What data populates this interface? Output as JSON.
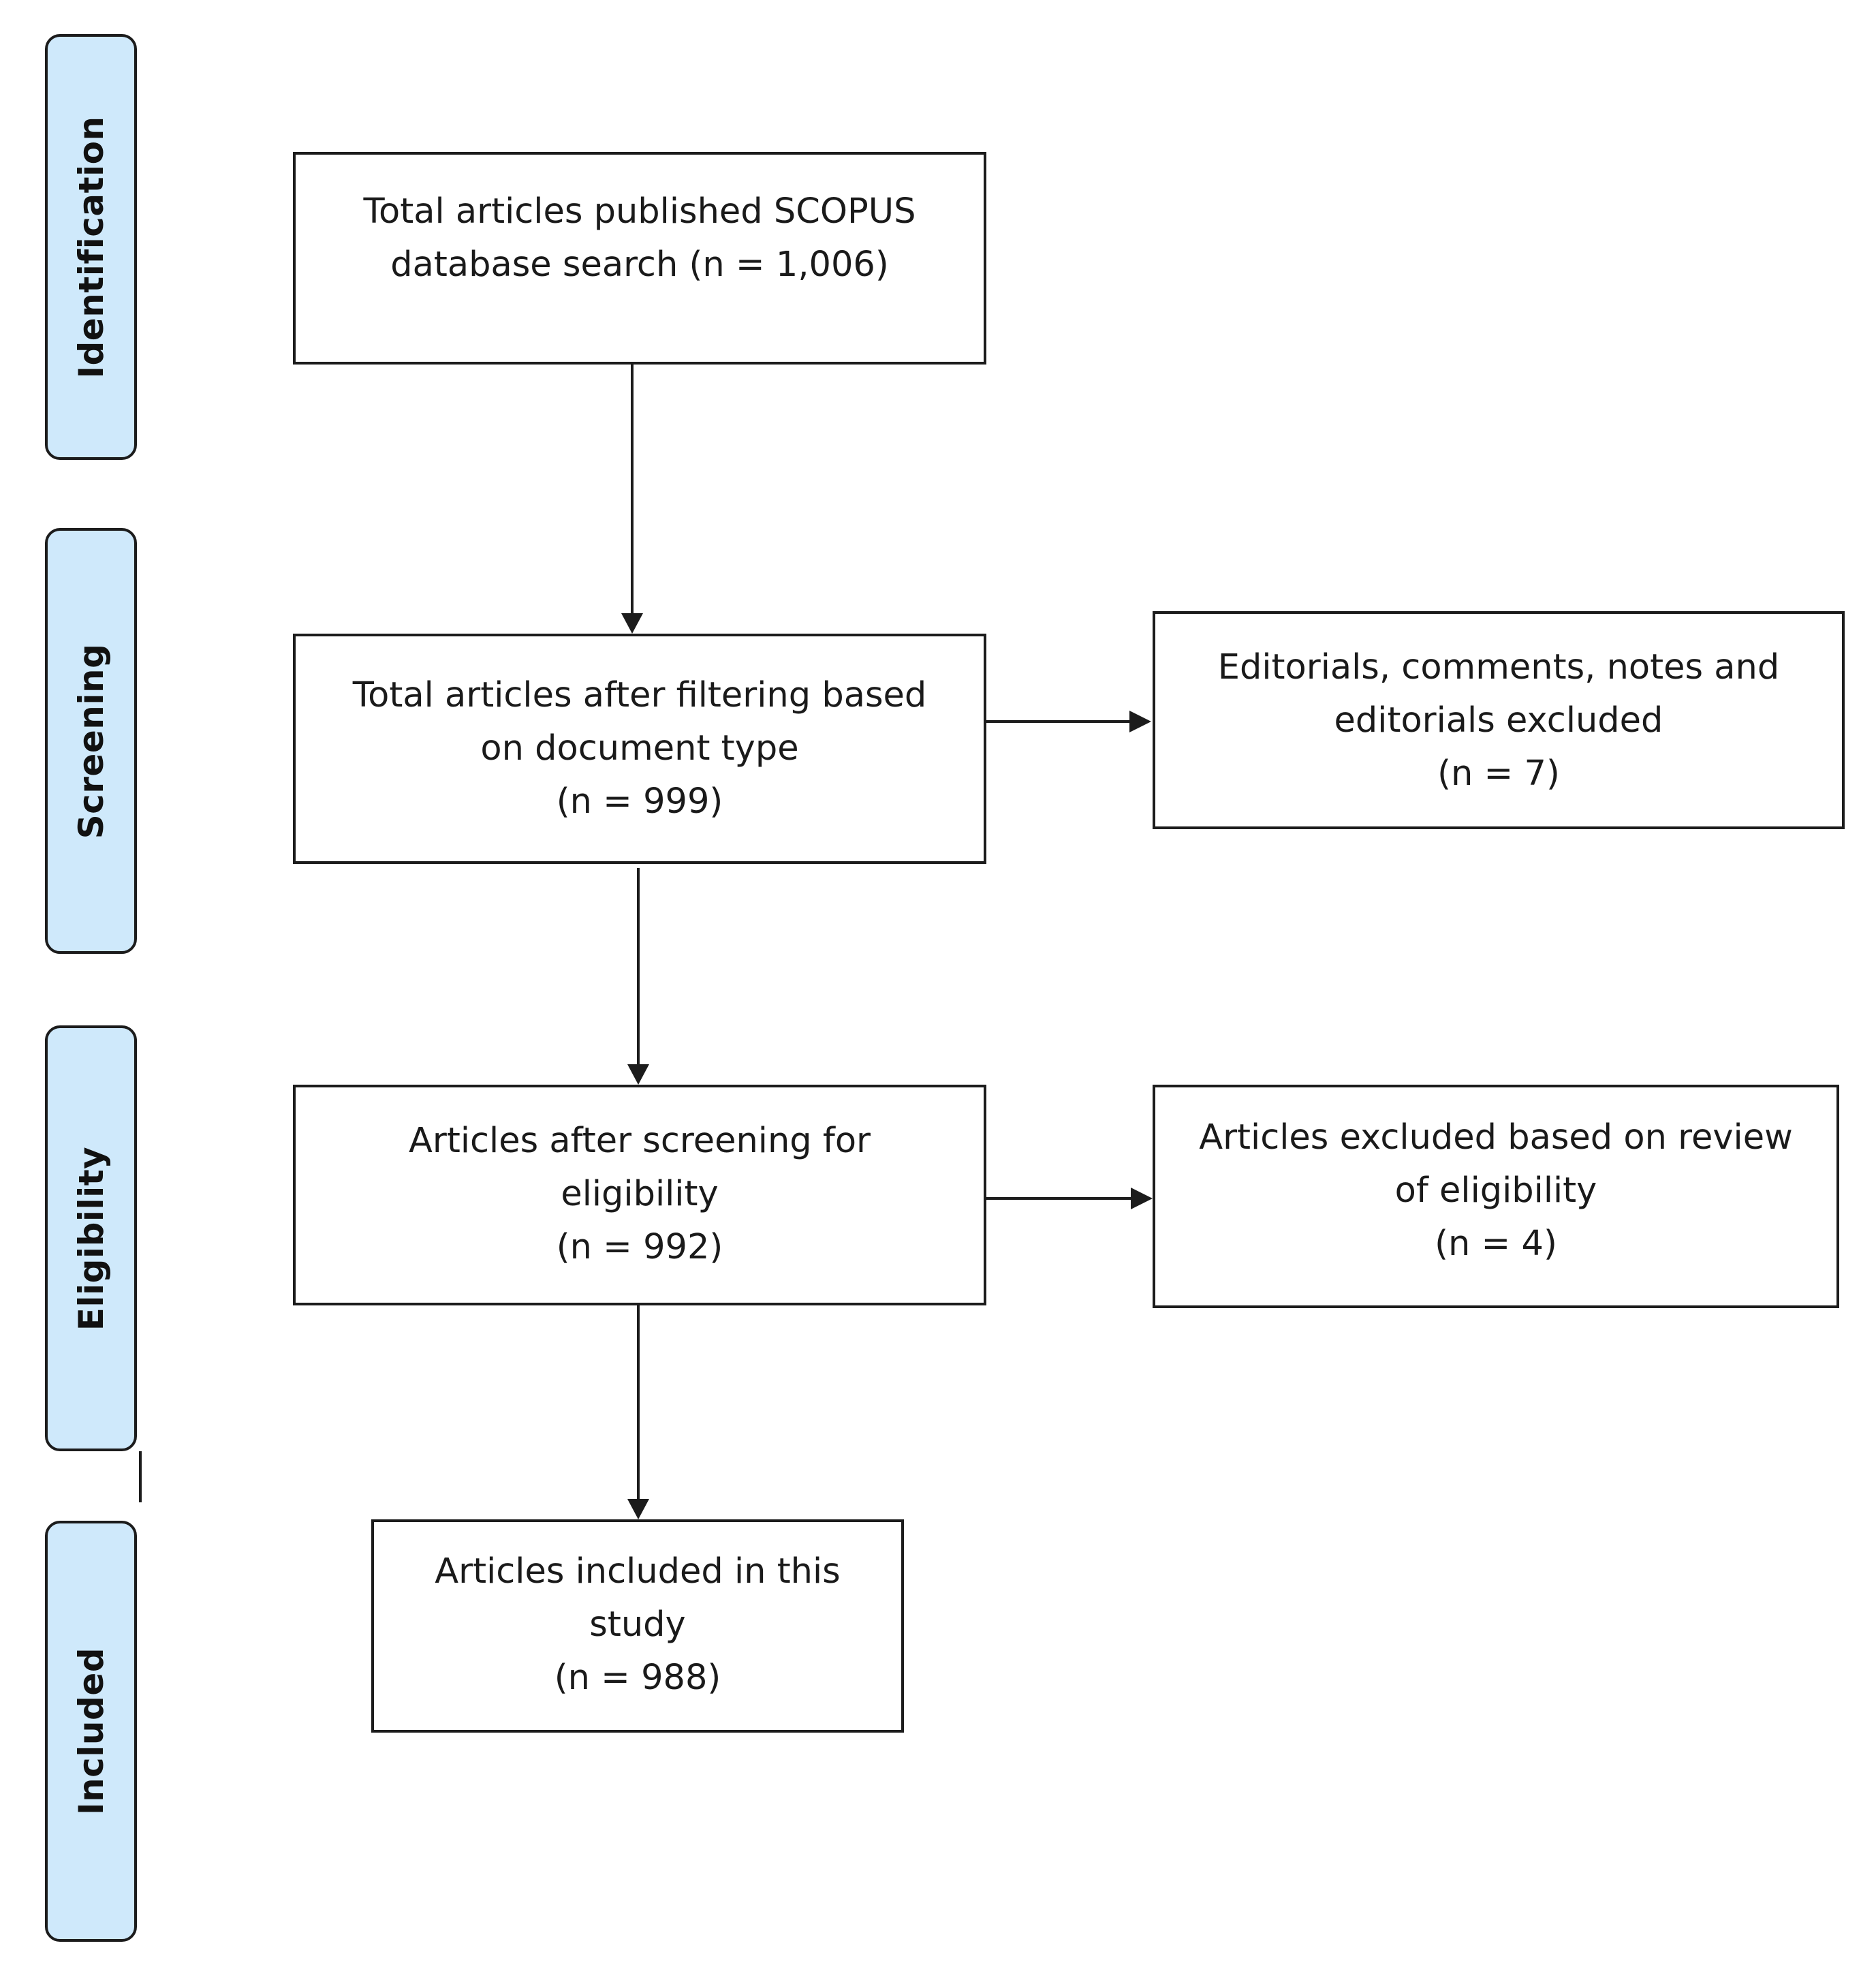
{
  "phases": {
    "identification": "Identification",
    "screening": "Screening",
    "eligibility": "Eligibility",
    "included": "Included"
  },
  "boxes": {
    "scopus_search": {
      "line1": "Total articles published SCOPUS",
      "line2": "database search (n = 1,006)"
    },
    "filtered": {
      "line1": "Total articles after filtering based",
      "line2": "on document type",
      "count": "(n = 999)"
    },
    "excluded_doc_type": {
      "line1": "Editorials, comments, notes and",
      "line2": "editorials excluded",
      "count": "(n = 7)"
    },
    "eligibility_screened": {
      "line1": "Articles after screening for",
      "line2": "eligibility",
      "count": "(n = 992)"
    },
    "excluded_eligibility": {
      "line1": "Articles excluded based on review",
      "line2": "of eligibility",
      "count": "(n = 4)"
    },
    "included": {
      "line1": "Articles included in this",
      "line2": "study",
      "count": "(n = 988)"
    }
  }
}
